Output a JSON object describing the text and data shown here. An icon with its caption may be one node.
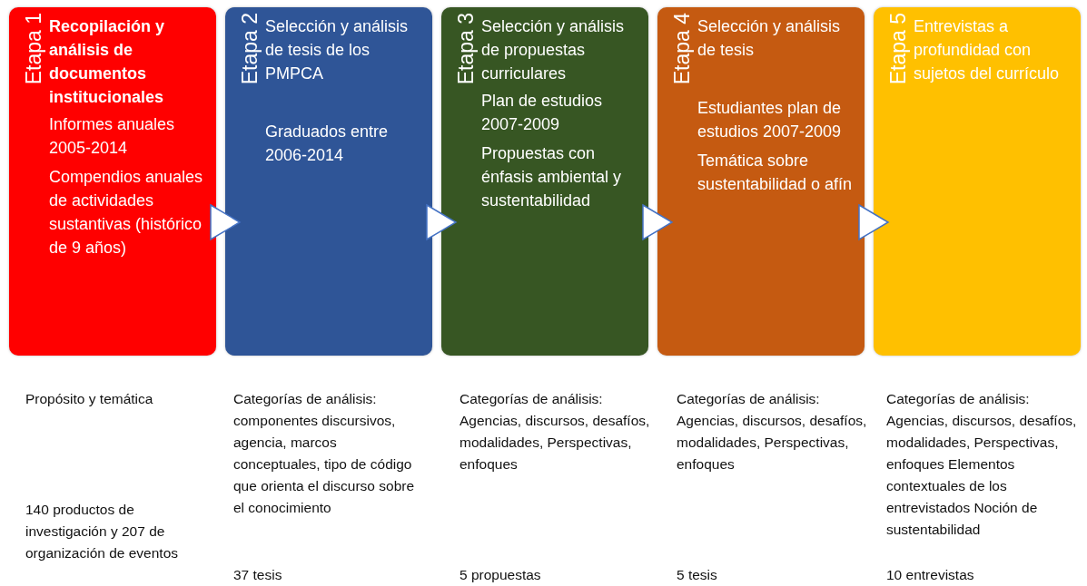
{
  "diagram": {
    "nodes": [
      {
        "text": [
          "Etapa 1",
          "Recopilación y análisis de documentos institucionales",
          "Informes anuales 2005-2014",
          "Compendios anuales de actividades sustantivas (histórico de 9 años)"
        ]
      },
      {
        "text": [
          "Etapa 2",
          "Selección y análisis de tesis de los PMPCA",
          "Graduados entre 2006-2014"
        ]
      },
      {
        "text": [
          "Etapa 3",
          "Selección y análisis de propuestas curriculares",
          "Plan de estudios 2007-2009",
          "Propuestas con énfasis ambiental y sustentabilidad"
        ]
      },
      {
        "text": [
          "Etapa 4",
          "Selección y análisis de tesis",
          "Estudiantes plan de estudios 2007-2009",
          "Temática sobre sustentabilidad o afín"
        ]
      },
      {
        "text": [
          "Etapa 5",
          "Entrevistas a profundidad con sujetos del currículo"
        ]
      }
    ],
    "edges": [
      {
        "from": 0,
        "to": 1,
        "arrow": "to"
      },
      {
        "from": 1,
        "to": 2,
        "arrow": "to"
      },
      {
        "from": 2,
        "to": 3,
        "arrow": "to"
      },
      {
        "from": 3,
        "to": 4,
        "arrow": "to"
      }
    ],
    "labels": [
      "Propósito y temática",
      "Categorías de análisis: componentes discursivos, agencia, marcos conceptuales, tipo de código que orienta el discurso sobre el conocimiento",
      "Categorías de análisis: Agencias, discursos, desafíos, modalidades, Perspectivas, enfoques",
      "Categorías de análisis: Agencias, discursos, desafíos, modalidades, Perspectivas, enfoques",
      "Categorías de análisis: Agencias, discursos, desafíos, modalidades, Perspectivas, enfoques Elementos contextuales de los entrevistados Noción de sustentabilidad",
      "140 productos de investigación y 207 de organización de eventos",
      "37 tesis",
      "5 propuestas",
      "5 tesis",
      "10 entrevistas"
    ]
  }
}
